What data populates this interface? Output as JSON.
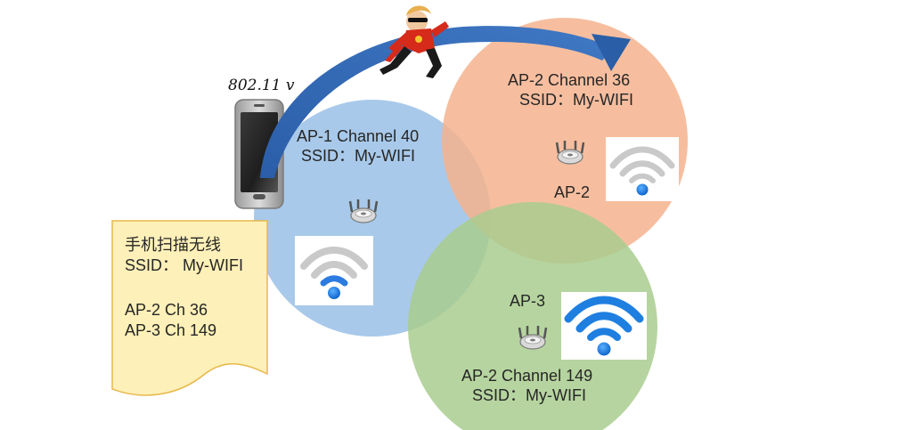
{
  "diagram": {
    "handwritten_label": "802.11 v",
    "access_points": [
      {
        "id": "ap1",
        "title_line": "AP-1  Channel 40",
        "ssid_line": "SSID：My-WIFI",
        "fill": "#9ec3e8",
        "wifi_signal": "weak"
      },
      {
        "id": "ap2",
        "title_line": "AP-2  Channel 36",
        "ssid_line": "SSID：My-WIFI",
        "name_label": "AP-2",
        "fill": "#f5b38e",
        "wifi_signal": "weak"
      },
      {
        "id": "ap3",
        "name_label": "AP-3",
        "title_line": "AP-2  Channel 149",
        "ssid_line": "SSID：My-WIFI",
        "fill": "#a9cd8e",
        "wifi_signal": "strong"
      }
    ],
    "scan_note": {
      "lines": [
        "手机扫描无线",
        "SSID： My-WIFI",
        "",
        "AP-2   Ch  36",
        "AP-3   Ch  149"
      ],
      "fill": "#fdf0b8",
      "border": "#e8b84a"
    },
    "arrow_color": "#2a5ea6",
    "icons": [
      "smartphone-icon",
      "router-icon",
      "wifi-icon",
      "superhero-icon"
    ]
  }
}
